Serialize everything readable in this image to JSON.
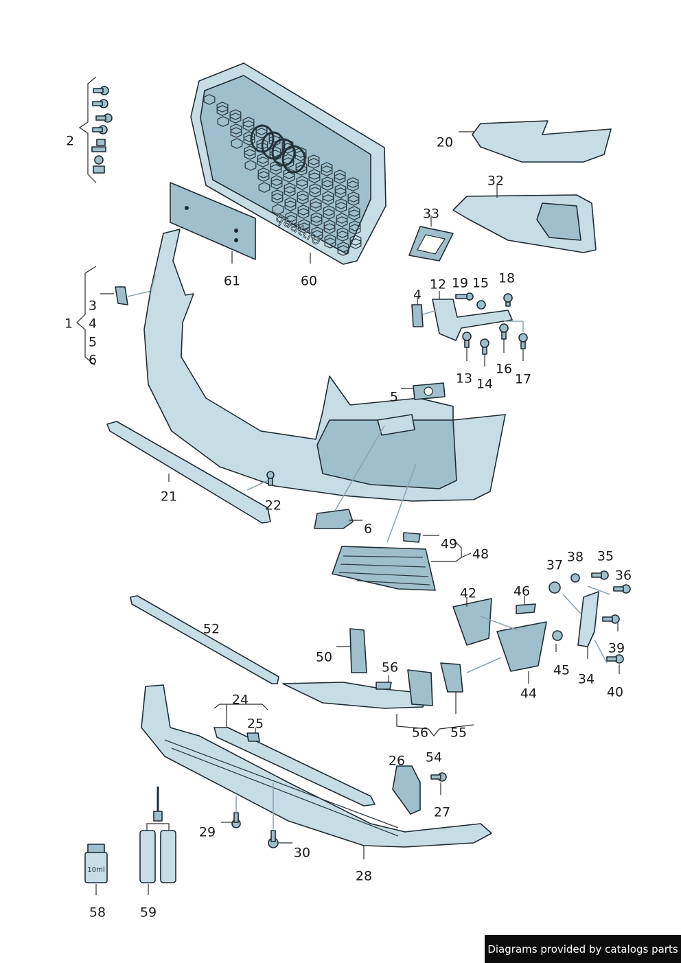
{
  "credit": "Diagrams provided by catalogs parts",
  "grille_text": "quattro",
  "bottle_text": "10ml",
  "labels": {
    "l1": "1",
    "l2": "2",
    "l3": "3",
    "l4": "4",
    "l5a": "5",
    "l6a": "6",
    "l5b": "5",
    "l6b": "6",
    "l4b": "4",
    "l12": "12",
    "l13": "13",
    "l14": "14",
    "l15": "15",
    "l16": "16",
    "l17": "17",
    "l18": "18",
    "l19": "19",
    "l20": "20",
    "l21": "21",
    "l22": "22",
    "l24": "24",
    "l25": "25",
    "l26": "26",
    "l27": "27",
    "l28": "28",
    "l29": "29",
    "l30": "30",
    "l32": "32",
    "l33": "33",
    "l34": "34",
    "l35": "35",
    "l36": "36",
    "l37": "37",
    "l38": "38",
    "l39": "39",
    "l40": "40",
    "l42": "42",
    "l44": "44",
    "l45": "45",
    "l46": "46",
    "l48": "48",
    "l49": "49",
    "l50": "50",
    "l52": "52",
    "l54": "54",
    "l55": "55",
    "l56a": "56",
    "l56b": "56",
    "l58": "58",
    "l59": "59",
    "l60": "60",
    "l61": "61"
  }
}
